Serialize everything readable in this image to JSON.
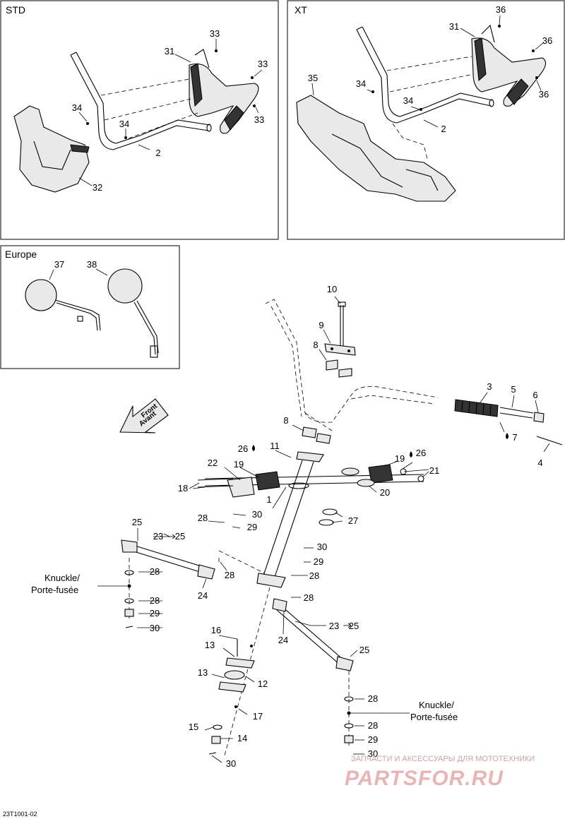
{
  "diagram": {
    "code": "23T1001-02",
    "boxes": {
      "std": "STD",
      "xt": "XT",
      "europe": "Europe"
    },
    "front_arrow": {
      "line1": "Front",
      "line2": "Avant"
    },
    "knuckle_left": {
      "line1": "Knuckle/",
      "line2": "Porte-fusée"
    },
    "knuckle_right": {
      "line1": "Knuckle/",
      "line2": "Porte-fusée"
    },
    "watermark": {
      "top": "ЗАПЧАСТИ И АКСЕССУАРЫ ДЛЯ МОТОТЕХНИКИ",
      "brand": "PARTSFOR.RU"
    },
    "refs": {
      "std_33a": "33",
      "std_31": "31",
      "std_33b": "33",
      "std_34a": "34",
      "std_34b": "34",
      "std_2": "2",
      "std_33c": "33",
      "std_32": "32",
      "xt_36a": "36",
      "xt_31": "31",
      "xt_36b": "36",
      "xt_34": "34",
      "xt_35": "35",
      "xt_34b": "34",
      "xt_2": "2",
      "xt_36c": "36",
      "eu_37": "37",
      "eu_38": "38",
      "r10": "10",
      "r9": "9",
      "r8a": "8",
      "r3": "3",
      "r5": "5",
      "r6": "6",
      "r7": "7",
      "r4": "4",
      "r8b": "8",
      "r26a": "26",
      "r11": "11",
      "r19a": "19",
      "r22": "22",
      "r19b": "19",
      "r26b": "26",
      "r21": "21",
      "r18": "18",
      "r20": "20",
      "r1": "1",
      "r30a": "30",
      "r28a": "28",
      "r29a": "29",
      "r27": "27",
      "r25a": "25",
      "r23a": "23",
      "r25b": "25",
      "r30b": "30",
      "r28b": "28",
      "r29b": "29",
      "r28c": "28",
      "r28d": "28",
      "r24a": "24",
      "r28e": "28",
      "r29c": "29",
      "r30c": "30",
      "r16": "16",
      "r23b": "23",
      "r25c": "25",
      "r24b": "24",
      "r25d": "25",
      "r13a": "13",
      "r13b": "13",
      "r12": "12",
      "r17": "17",
      "r15": "15",
      "r14": "14",
      "r30d": "30",
      "r28f": "28",
      "r28g": "28",
      "r29d": "29",
      "r30e": "30"
    }
  }
}
